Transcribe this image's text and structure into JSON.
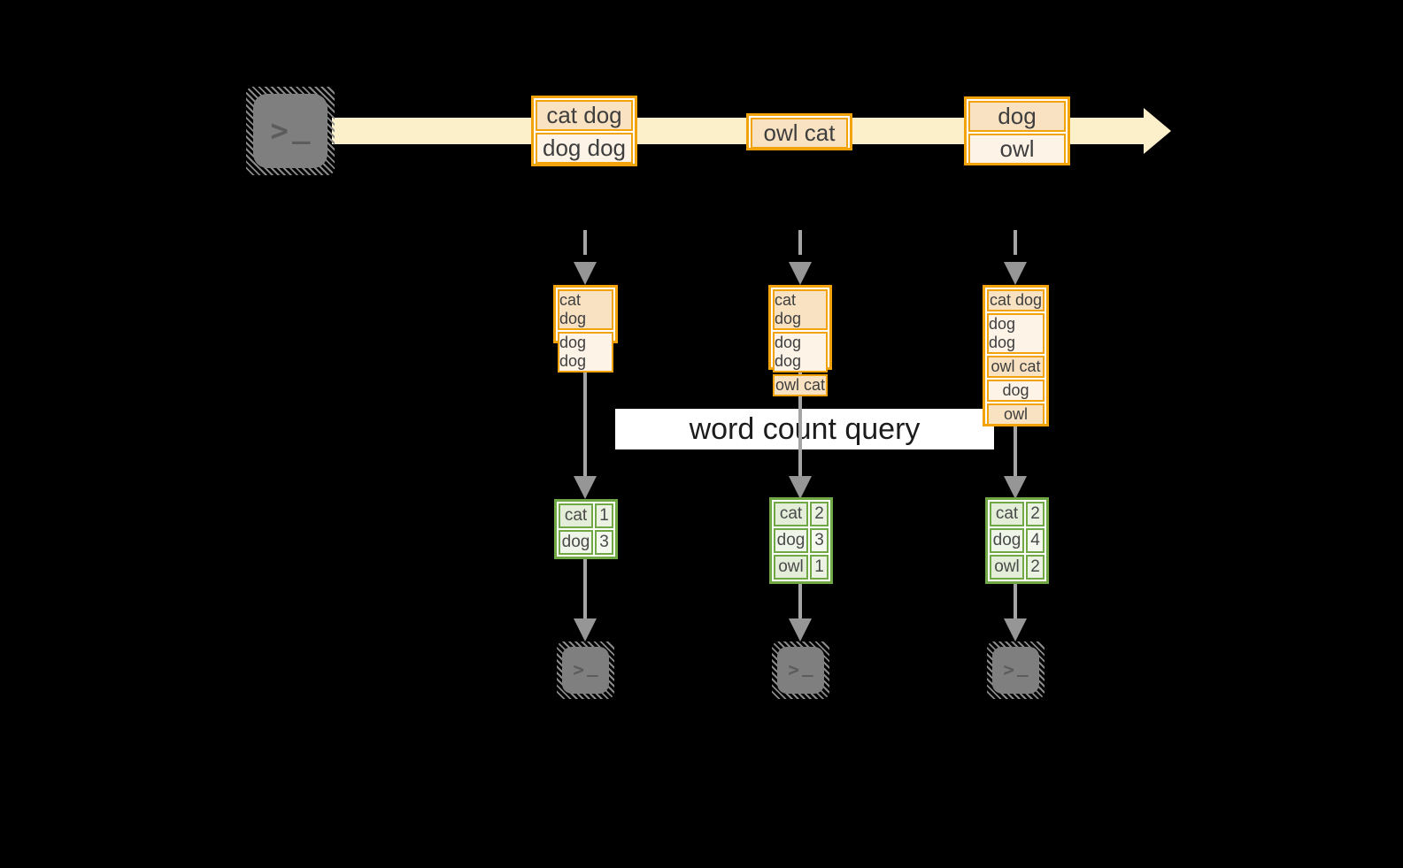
{
  "title": {
    "label": "word count query"
  },
  "terminal_glyph": {
    "chevron": ">",
    "cursor": "_"
  },
  "columns": [
    {
      "batch": [
        "cat dog",
        "dog dog"
      ],
      "state": [
        "cat dog",
        "dog dog"
      ],
      "counts": [
        {
          "word": "cat",
          "count": 1
        },
        {
          "word": "dog",
          "count": 3
        }
      ]
    },
    {
      "batch": [
        "owl cat"
      ],
      "state": [
        "cat dog",
        "dog dog",
        "owl cat"
      ],
      "counts": [
        {
          "word": "cat",
          "count": 2
        },
        {
          "word": "dog",
          "count": 3
        },
        {
          "word": "owl",
          "count": 1
        }
      ]
    },
    {
      "batch": [
        "dog",
        "owl"
      ],
      "state": [
        "cat dog",
        "dog dog",
        "owl cat",
        "dog",
        "owl"
      ],
      "counts": [
        {
          "word": "cat",
          "count": 2
        },
        {
          "word": "dog",
          "count": 4
        },
        {
          "word": "owl",
          "count": 2
        }
      ]
    }
  ],
  "colors": {
    "background": "#000000",
    "timeline_band": "#FCF0CA",
    "accent_orange": "#F2A30B",
    "fill_peach": "#F9E2C2",
    "fill_cream": "#FDF3E6",
    "accent_green": "#6FA845",
    "fill_green_dark": "#E3EDD7",
    "fill_green_light": "#F0F5EA",
    "connector_gray": "#A5A5A5",
    "terminal_gray": "#7F7F7F",
    "label_background": "#FFFFFF"
  }
}
